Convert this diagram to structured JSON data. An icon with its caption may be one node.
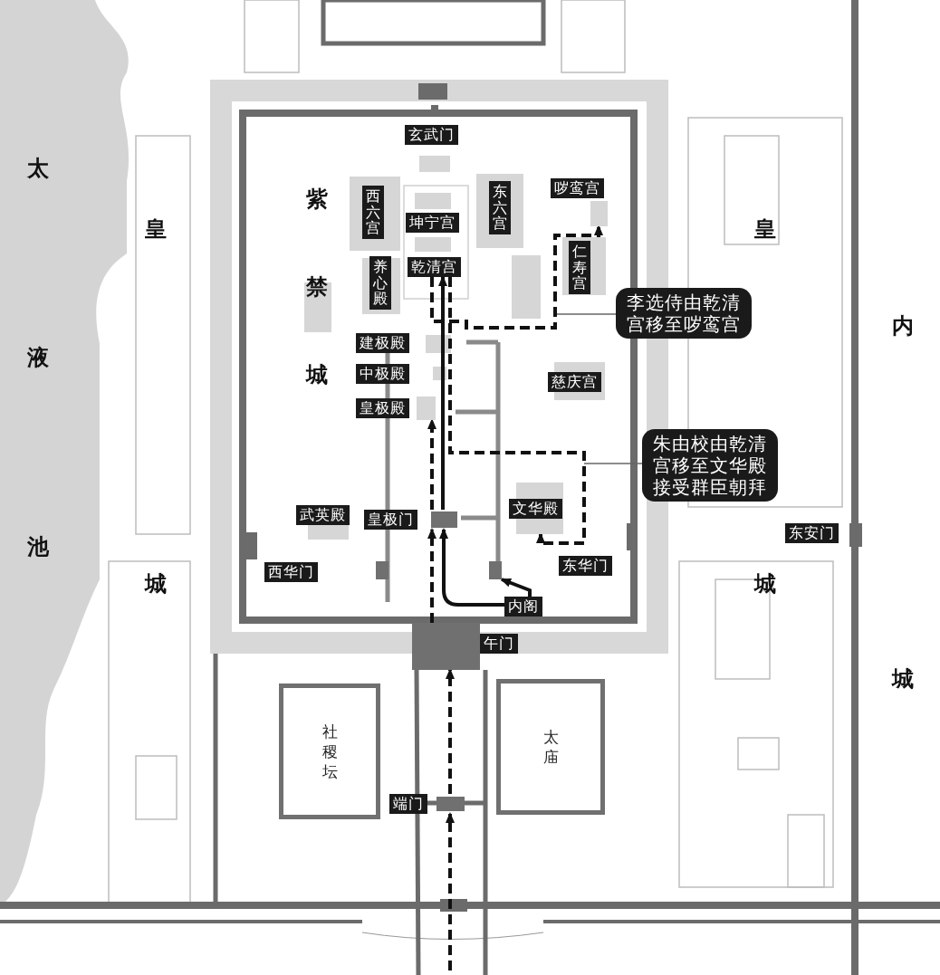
{
  "diagram": {
    "nodes": [
      {
        "text": [
          "玄武门"
        ]
      },
      {
        "text": [
          "西六宫"
        ]
      },
      {
        "text": [
          "坤宁宫"
        ]
      },
      {
        "text": [
          "东六宫"
        ]
      },
      {
        "text": [
          "哕鸾宫"
        ]
      },
      {
        "text": [],
        "shape": "box"
      },
      {
        "text": [
          "仁寿宫"
        ]
      },
      {
        "text": [
          "养心殿"
        ]
      },
      {
        "text": [
          "乾清宫"
        ]
      },
      {
        "text": [
          "建极殿"
        ]
      },
      {
        "text": [
          "中极殿"
        ]
      },
      {
        "text": [
          "皇极殿"
        ]
      },
      {
        "text": [
          "慈庆宫"
        ]
      },
      {
        "text": [
          "李选侍由乾清宫移至哕鸾宫"
        ]
      },
      {
        "text": [
          "朱由校由乾清宫移至文华殿接受群臣朝拜"
        ]
      },
      {
        "text": [
          "武英殿"
        ]
      },
      {
        "text": [
          "皇极门"
        ]
      },
      {
        "text": [
          "文华殿"
        ]
      },
      {
        "text": [
          "西华门"
        ]
      },
      {
        "text": [
          "东华门"
        ]
      },
      {
        "text": [
          "内阁"
        ]
      },
      {
        "text": [
          "午门"
        ]
      },
      {
        "text": [
          "端门"
        ]
      },
      {
        "text": [
          "社稷坛"
        ]
      },
      {
        "text": [
          "太庙"
        ]
      },
      {
        "text": [
          "东安门"
        ]
      },
      {
        "text": [],
        "shape": "box"
      }
    ],
    "edges": [
      {
        "from": null,
        "to": 22,
        "arrow": "to",
        "style": "dashed"
      },
      {
        "from": 22,
        "to": 21,
        "arrow": "to",
        "style": "dashed"
      },
      {
        "from": 21,
        "to": 16,
        "arrow": "to",
        "style": "dashed"
      },
      {
        "from": 16,
        "to": 11,
        "arrow": "to",
        "style": "dashed"
      },
      {
        "from": 20,
        "to": 16,
        "arrow": "to"
      },
      {
        "from": 20,
        "to": 26,
        "arrow": "to"
      },
      {
        "from": 16,
        "to": 8,
        "arrow": "to"
      },
      {
        "from": 8,
        "to": 5,
        "arrow": "to",
        "style": "dashed"
      },
      {
        "from": 8,
        "to": 17,
        "arrow": "to",
        "style": "dashed"
      },
      {
        "from": 13,
        "to": null,
        "arrow": "none",
        "color": "#666666"
      },
      {
        "from": 14,
        "to": null,
        "arrow": "none",
        "color": "#666666"
      }
    ],
    "labels": [
      "太液池",
      "皇城",
      "紫禁城",
      "皇城",
      "内城"
    ]
  }
}
